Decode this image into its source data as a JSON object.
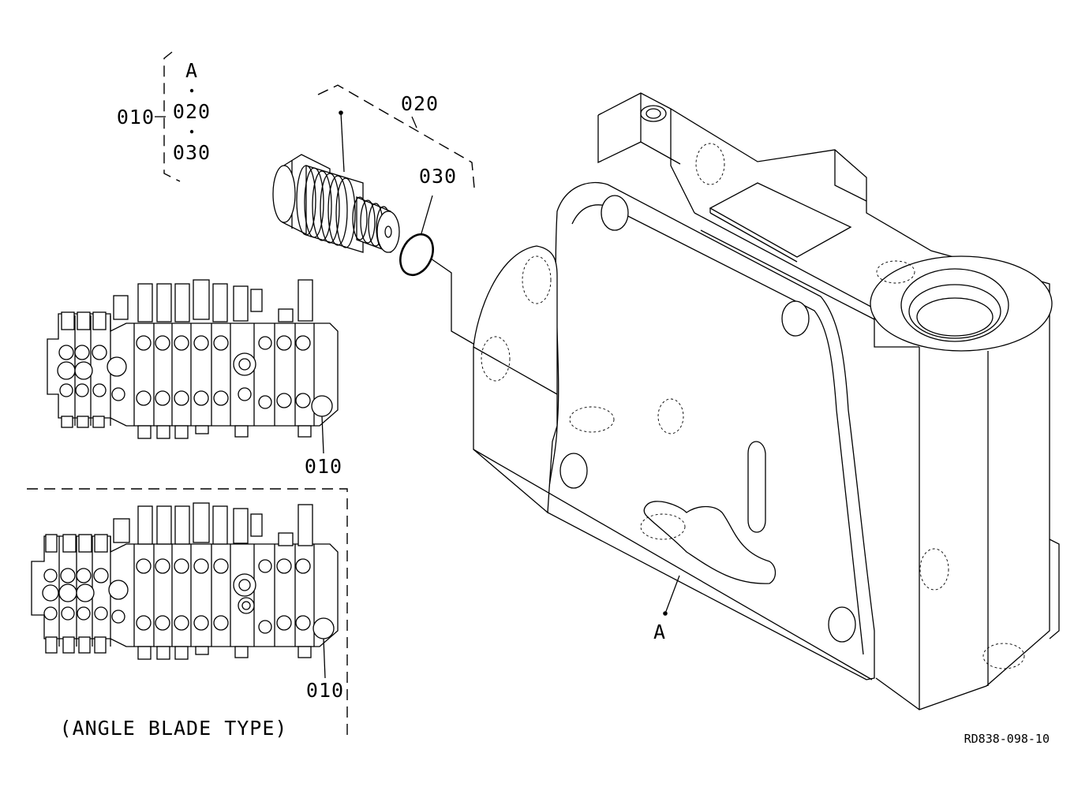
{
  "diagram": {
    "labels": {
      "group_title": "A",
      "group_ref": "010",
      "group_item_1": "020",
      "group_item_2": "030",
      "plug_callout": "020",
      "oring_callout": "030",
      "valve_callout_top": "010",
      "valve_callout_bottom": "010",
      "view_caption": "(ANGLE BLADE TYPE)",
      "section_marker": "A",
      "drawing_number": "RD838-098-10"
    }
  }
}
